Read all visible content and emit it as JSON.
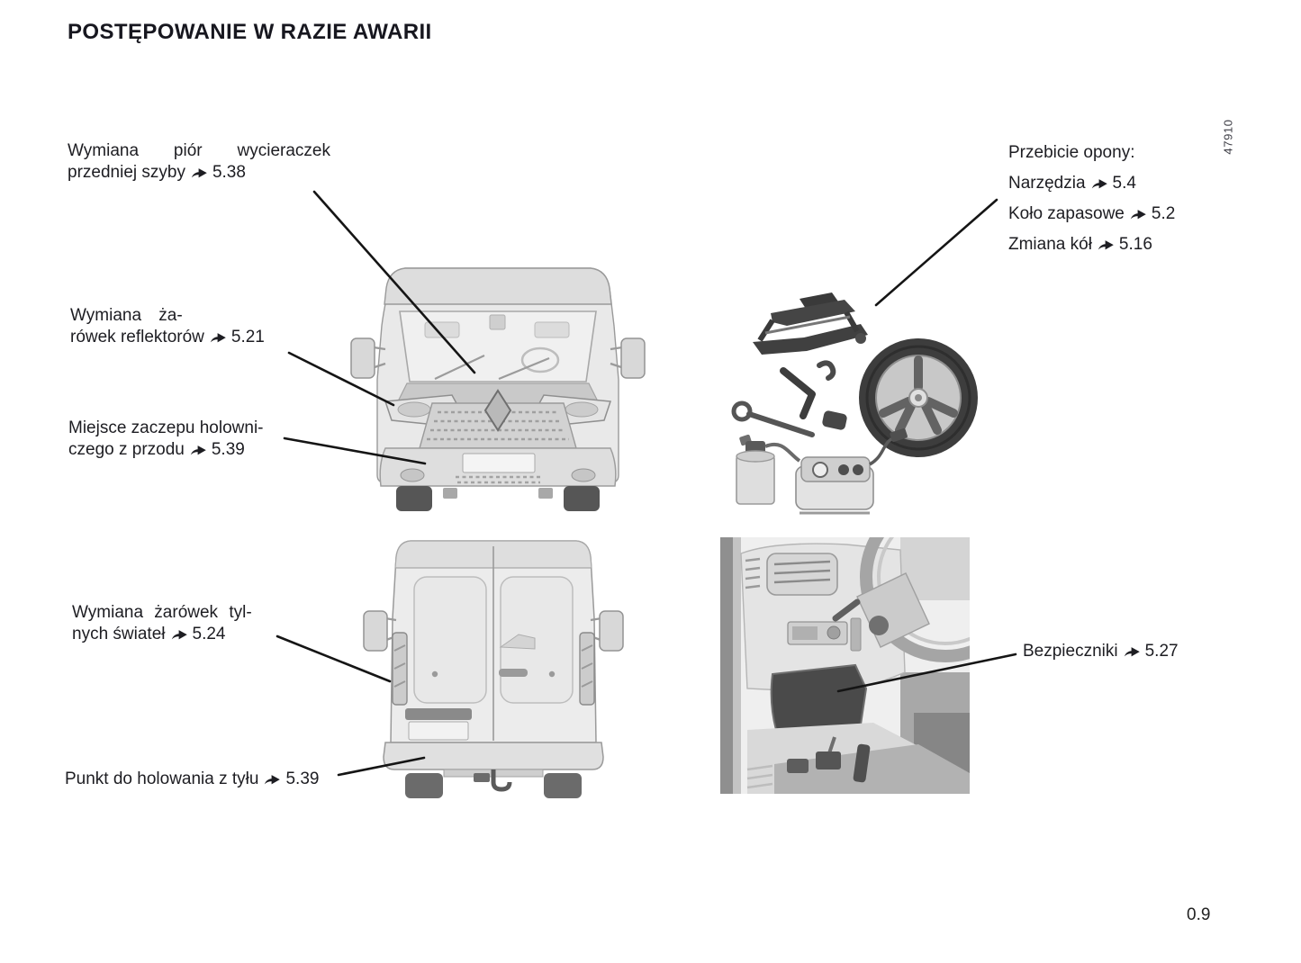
{
  "page": {
    "title": "POSTĘPOWANIE W RAZIE AWARII",
    "page_number": "0.9",
    "figure_number": "47910"
  },
  "icons": {
    "section_reference_arrow": "➥"
  },
  "labels": {
    "wipers": {
      "line1": "Wymiana piór wycieraczek",
      "line2": "przedniej szyby",
      "ref": "5.38"
    },
    "headlight_bulbs": {
      "line1": "Wymiana ża-",
      "line2": "rówek reflektorów",
      "ref": "5.21"
    },
    "front_towing": {
      "line1": "Miejsce zaczepu holowni-",
      "line2": "czego z przodu",
      "ref": "5.39"
    },
    "rear_bulbs": {
      "line1": "Wymiana żarówek tyl-",
      "line2": "nych świateł",
      "ref": "5.24"
    },
    "rear_towing": {
      "text": "Punkt do holowania z tyłu",
      "ref": "5.39"
    },
    "flat_tyre": {
      "heading": "Przebicie opony:",
      "items": [
        {
          "text": "Narzędzia",
          "ref": "5.4"
        },
        {
          "text": "Koło zapasowe",
          "ref": "5.2"
        },
        {
          "text": "Zmiana kół",
          "ref": "5.16"
        }
      ]
    },
    "fuses": {
      "text": "Bezpieczniki",
      "ref": "5.27"
    }
  }
}
